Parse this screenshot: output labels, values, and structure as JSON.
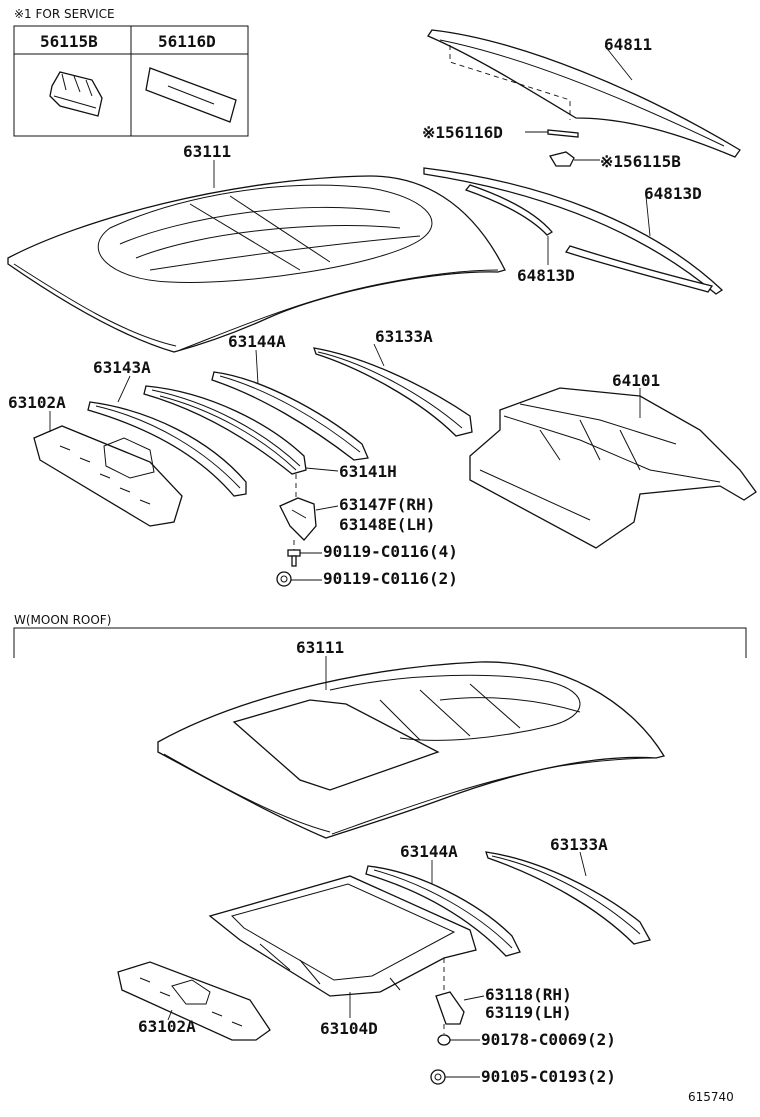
{
  "service_note": "※1 FOR SERVICE",
  "service_box": {
    "left_part": "56115B",
    "right_part": "56116D"
  },
  "moon_roof_label": "W(MOON ROOF)",
  "footer_id": "615740",
  "labels": {
    "l64811": "64811",
    "l56116d": "※156116D",
    "l56115b": "※156115B",
    "l63111a": "63111",
    "l64813d_r": "64813D",
    "l64813d_b": "64813D",
    "l63144a_a": "63144A",
    "l63133a_a": "63133A",
    "l63143a": "63143A",
    "l64101": "64101",
    "l63102a_a": "63102A",
    "l63141h": "63141H",
    "l63147f": "63147F(RH)",
    "l63148e": "63148E(LH)",
    "l90119_4": "90119-C0116(4)",
    "l90119_2": "90119-C0116(2)",
    "l63111b": "63111",
    "l63144a_b": "63144A",
    "l63133a_b": "63133A",
    "l63118": "63118(RH)",
    "l63119": "63119(LH)",
    "l63104d": "63104D",
    "l90178": "90178-C0069(2)",
    "l63102a_b": "63102A",
    "l90105": "90105-C0193(2)"
  }
}
